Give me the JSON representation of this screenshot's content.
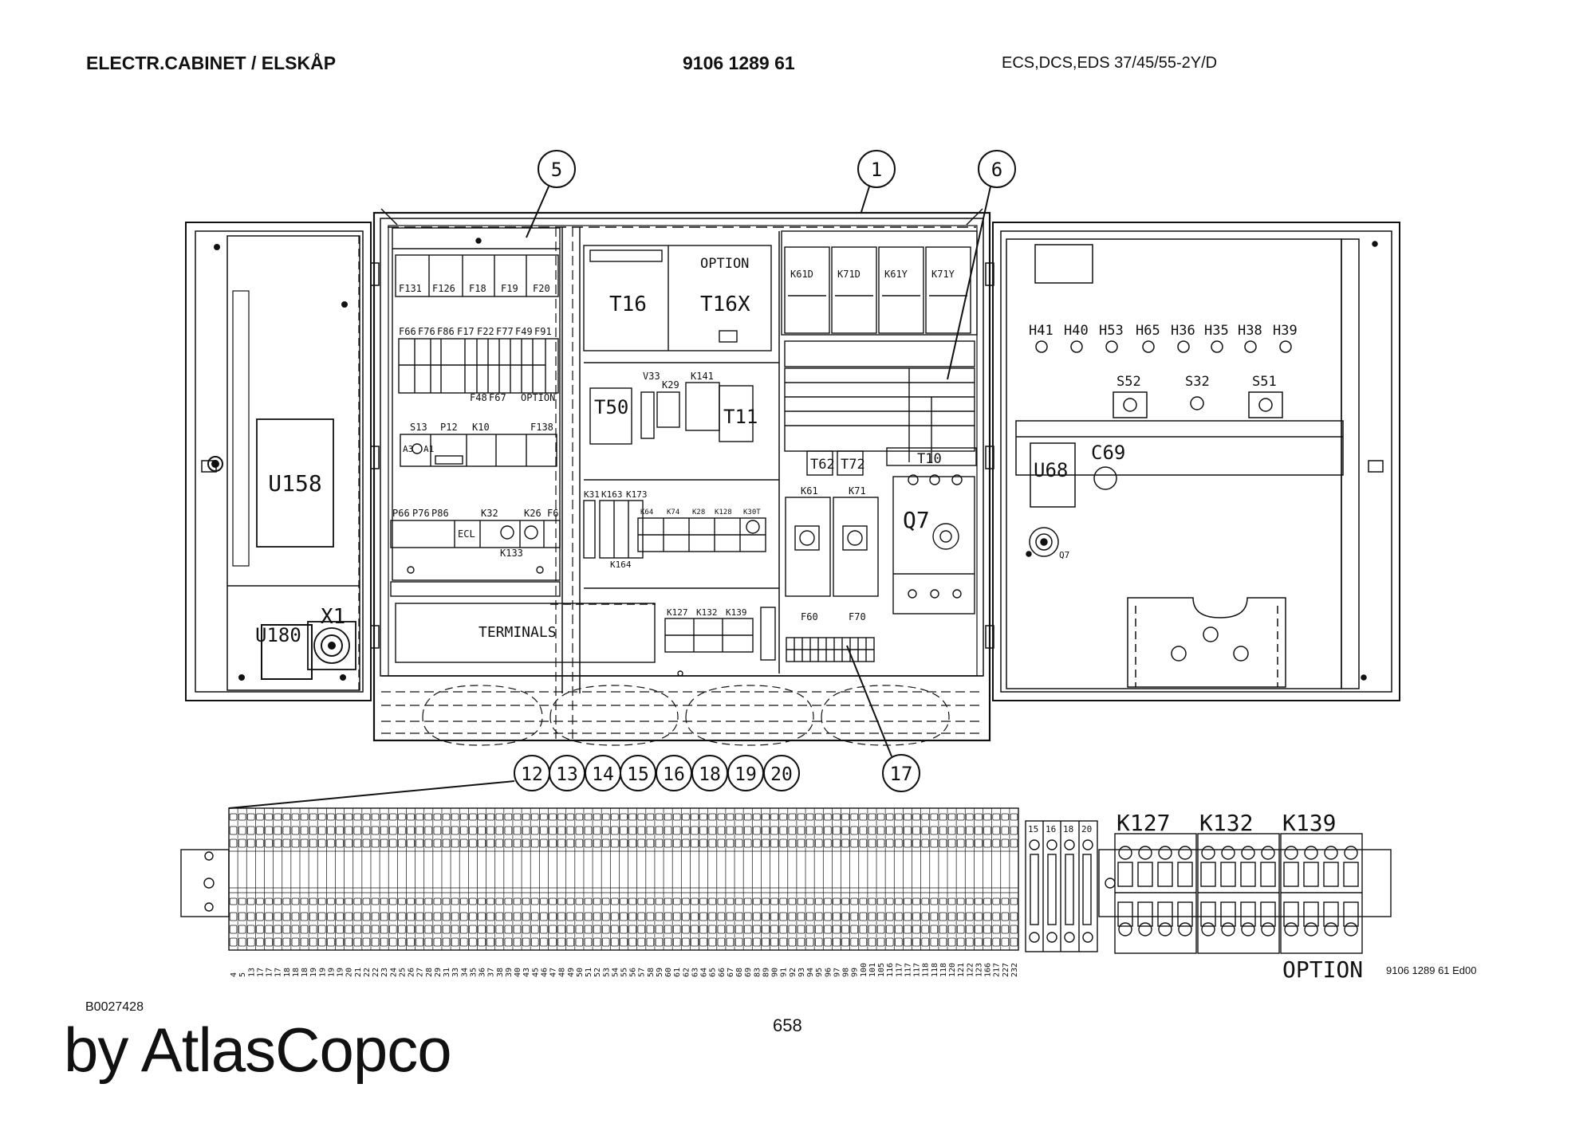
{
  "header": {
    "title": "ELECTR.CABINET / ELSKÅP",
    "part_number": "9106 1289 61",
    "models": "ECS,DCS,EDS 37/45/55-2Y/D"
  },
  "callouts": {
    "c1": "1",
    "c5": "5",
    "c6": "6",
    "c17": "17",
    "c12": "12",
    "c13": "13",
    "c14": "14",
    "c15": "15",
    "c16": "16",
    "c18": "18",
    "c19": "19",
    "c20": "20"
  },
  "left_door": {
    "module": "U158",
    "socket_module": "U180",
    "socket": "X1"
  },
  "panel_left": {
    "breakers_row1": [
      "F131",
      "F126",
      "F18",
      "F19",
      "F20"
    ],
    "breakers_row2": [
      "F66",
      "F76",
      "F86",
      "F17",
      "F22",
      "F77",
      "F49",
      "F91"
    ],
    "breakers_row2_bottom": [
      "F48",
      "F67",
      "OPTION"
    ],
    "row3": [
      "S13",
      "P12",
      "K10",
      "F138"
    ],
    "row3_small": [
      "A3",
      "A1"
    ],
    "row4": [
      "P66",
      "P76",
      "P86",
      "K32",
      "K26",
      "F6"
    ],
    "row4_ecl": "ECL",
    "row4_bottom": "K133",
    "terminals": "TERMINALS"
  },
  "panel_middle": {
    "t16": "T16",
    "option": "OPTION",
    "t16x": "T16X",
    "t50": "T50",
    "v33": "V33",
    "k29": "K29",
    "k141": "K141",
    "t11": "T11",
    "relays": [
      "K31",
      "K163",
      "K173",
      "K64",
      "K74",
      "K28",
      "K128",
      "K30T"
    ],
    "k164": "K164",
    "relays_bottom": [
      "K127",
      "K132",
      "K139"
    ]
  },
  "panel_right": {
    "contactors": [
      "K61D",
      "K71D",
      "K61Y",
      "K71Y"
    ],
    "t62": "T62",
    "t72": "T72",
    "t10": "T10",
    "k61": "K61",
    "k71": "K71",
    "q7": "Q7",
    "f60": "F60",
    "f70": "F70"
  },
  "right_door": {
    "lamps": [
      "H41",
      "H40",
      "H53",
      "H65",
      "H36",
      "H35",
      "H38",
      "H39"
    ],
    "switches": [
      "S52",
      "S32",
      "S51"
    ],
    "u68": "U68",
    "c69": "C69",
    "q7_small": "Q7"
  },
  "terminal_strip": {
    "labels": [
      "4",
      "5",
      "13",
      "17",
      "17",
      "17",
      "18",
      "18",
      "18",
      "19",
      "19",
      "19",
      "19",
      "20",
      "21",
      "22",
      "22",
      "23",
      "24",
      "25",
      "26",
      "27",
      "28",
      "29",
      "31",
      "33",
      "34",
      "35",
      "36",
      "37",
      "38",
      "39",
      "40",
      "43",
      "45",
      "46",
      "47",
      "48",
      "49",
      "50",
      "51",
      "52",
      "53",
      "54",
      "55",
      "56",
      "57",
      "58",
      "59",
      "60",
      "61",
      "62",
      "63",
      "64",
      "65",
      "66",
      "67",
      "68",
      "69",
      "83",
      "89",
      "90",
      "91",
      "92",
      "93",
      "94",
      "95",
      "96",
      "97",
      "98",
      "99",
      "100",
      "101",
      "105",
      "116",
      "117",
      "117",
      "117",
      "118",
      "118",
      "118",
      "120",
      "121",
      "122",
      "123",
      "166",
      "217",
      "227",
      "232"
    ],
    "side_labels": [
      "15",
      "16",
      "18",
      "20"
    ],
    "relays": [
      "K127",
      "K132",
      "K139"
    ],
    "option": "OPTION",
    "drawing_ref": "9106 1289 61 Ed00"
  },
  "footer": {
    "doc_id": "B0027428",
    "page": "658",
    "brand": "by AtlasCopco"
  }
}
